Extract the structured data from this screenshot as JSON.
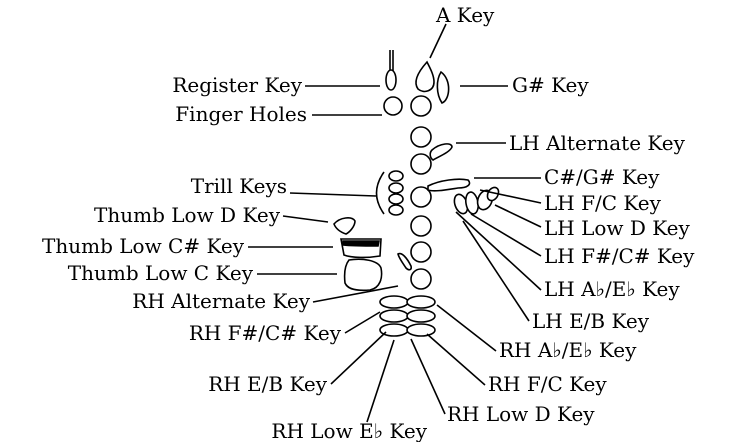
{
  "labels": {
    "a_key": "A Key",
    "register_key": "Register Key",
    "g_sharp_key": "G# Key",
    "finger_holes": "Finger Holes",
    "lh_alternate_key": "LH Alternate Key",
    "c_sharp_g_sharp_key": "C#/G# Key",
    "trill_keys": "Trill Keys",
    "lh_f_c_key": "LH F/C Key",
    "thumb_low_d_key": "Thumb Low D Key",
    "lh_low_d_key": "LH Low D Key",
    "thumb_low_c_sharp_key": "Thumb Low C# Key",
    "lh_f_sharp_c_sharp_key": "LH F#/C# Key",
    "thumb_low_c_key": "Thumb Low C Key",
    "lh_a_flat_e_flat_key": "LH A♭/E♭ Key",
    "rh_alternate_key": "RH Alternate Key",
    "lh_e_b_key": "LH E/B Key",
    "rh_f_sharp_c_sharp_key": "RH F#/C# Key",
    "rh_a_flat_e_flat_key": "RH A♭/E♭ Key",
    "rh_e_b_key": "RH E/B Key",
    "rh_f_c_key": "RH F/C Key",
    "rh_low_d_key": "RH Low D Key",
    "rh_low_e_flat_key": "RH Low E♭ Key"
  }
}
